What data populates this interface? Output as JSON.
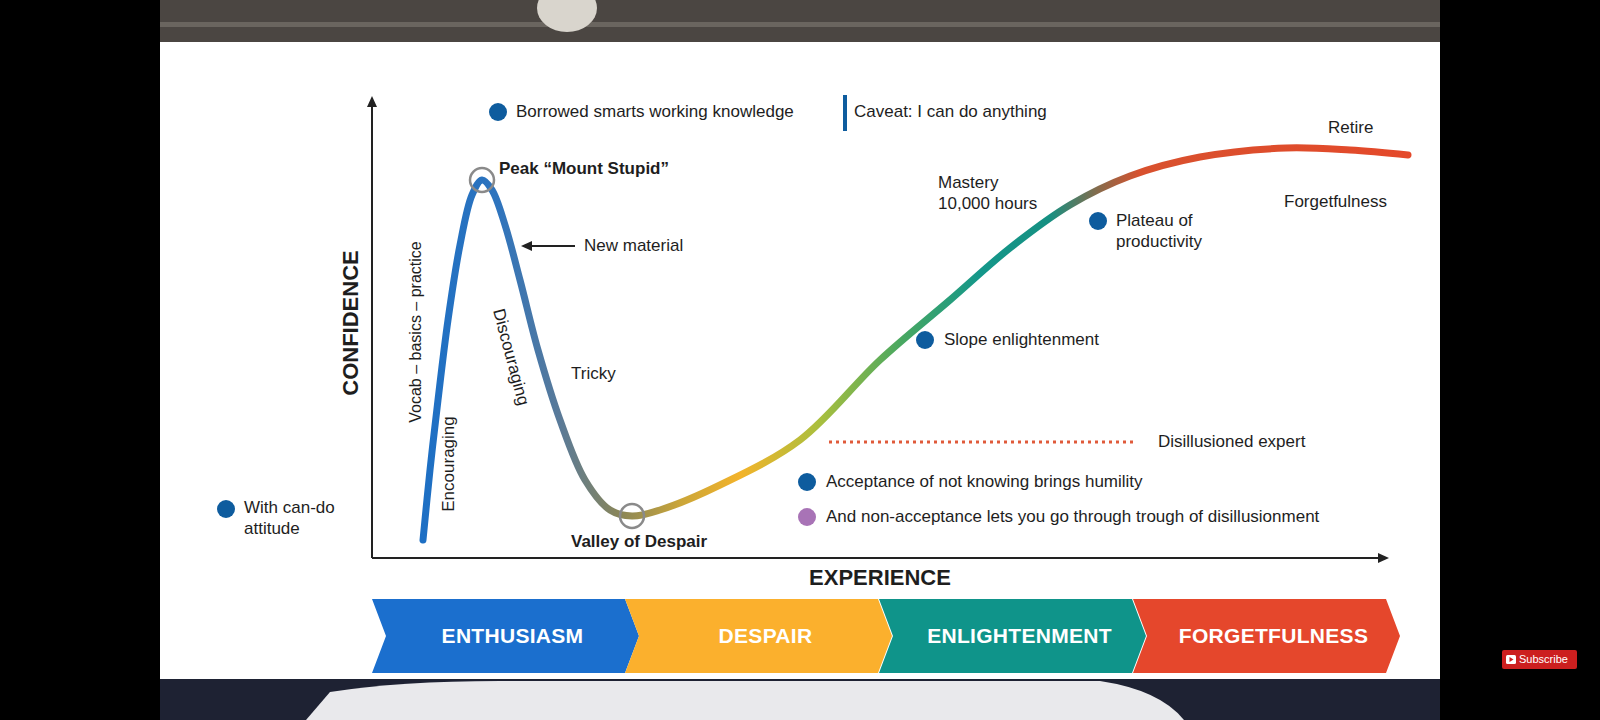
{
  "diagram": {
    "nodes": [
      {
        "text": [
          "ENTHUSIASM"
        ]
      },
      {
        "text": [
          "DESPAIR"
        ]
      },
      {
        "text": [
          "ENLIGHTENMENT"
        ]
      },
      {
        "text": [
          "FORGETFULNESS"
        ]
      }
    ],
    "labels": [
      "CONFIDENCE",
      "EXPERIENCE",
      "Borrowed smarts working knowledge",
      "Caveat: I can do anything",
      "Peak “Mount Stupid”",
      "Retire",
      "Mastery 10,000 hours",
      "Forgetfulness",
      "New material",
      "Plateau of productivity",
      "Vocab – basics – practice",
      "Discouraging",
      "Slope enlightenment",
      "Tricky",
      "Encouraging",
      "Disillusioned expert",
      "Acceptance of not knowing brings humility",
      "With can-do attitude",
      "And non-acceptance lets you go through trough of disillusionment",
      "Valley of Despair",
      "Subscribe"
    ]
  }
}
